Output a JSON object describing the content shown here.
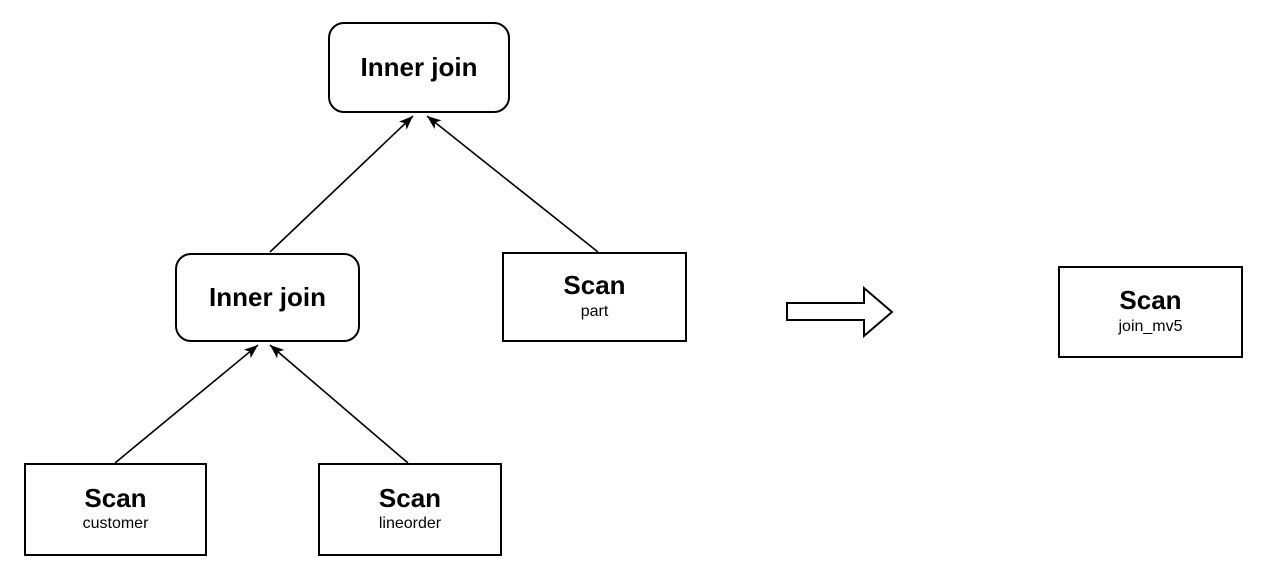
{
  "diagram": {
    "description": "query-plan-rewrite-diagram",
    "nodes": {
      "root_join": {
        "label": "Inner join"
      },
      "left_join": {
        "label": "Inner join"
      },
      "scan_part": {
        "title": "Scan",
        "subtitle": "part"
      },
      "scan_customer": {
        "title": "Scan",
        "subtitle": "customer"
      },
      "scan_lineorder": {
        "title": "Scan",
        "subtitle": "lineorder"
      },
      "scan_join_mv5": {
        "title": "Scan",
        "subtitle": "join_mv5"
      }
    },
    "icons": {
      "transform_arrow": "right-arrow"
    },
    "colors": {
      "background": "#ffffff",
      "node_fill": "#ffffff",
      "stroke": "#000000",
      "text": "#000000"
    }
  }
}
